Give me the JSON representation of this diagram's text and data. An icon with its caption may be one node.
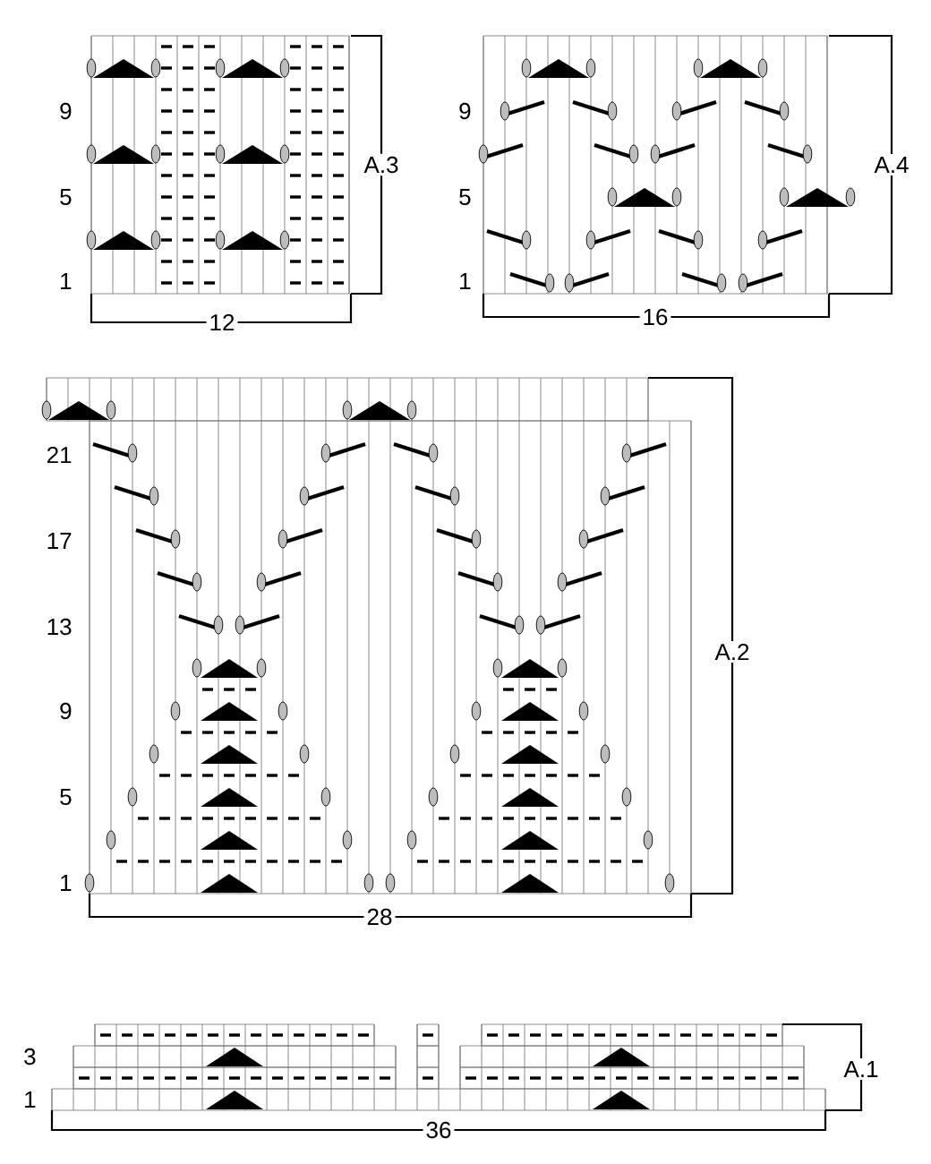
{
  "diagram": {
    "labels": [
      "9",
      "5",
      "1",
      "12",
      "A.3",
      "9",
      "5",
      "1",
      "16",
      "A.4",
      "21",
      "17",
      "13",
      "9",
      "5",
      "1",
      "28",
      "A.2",
      "3",
      "1",
      "36",
      "A.1"
    ]
  }
}
